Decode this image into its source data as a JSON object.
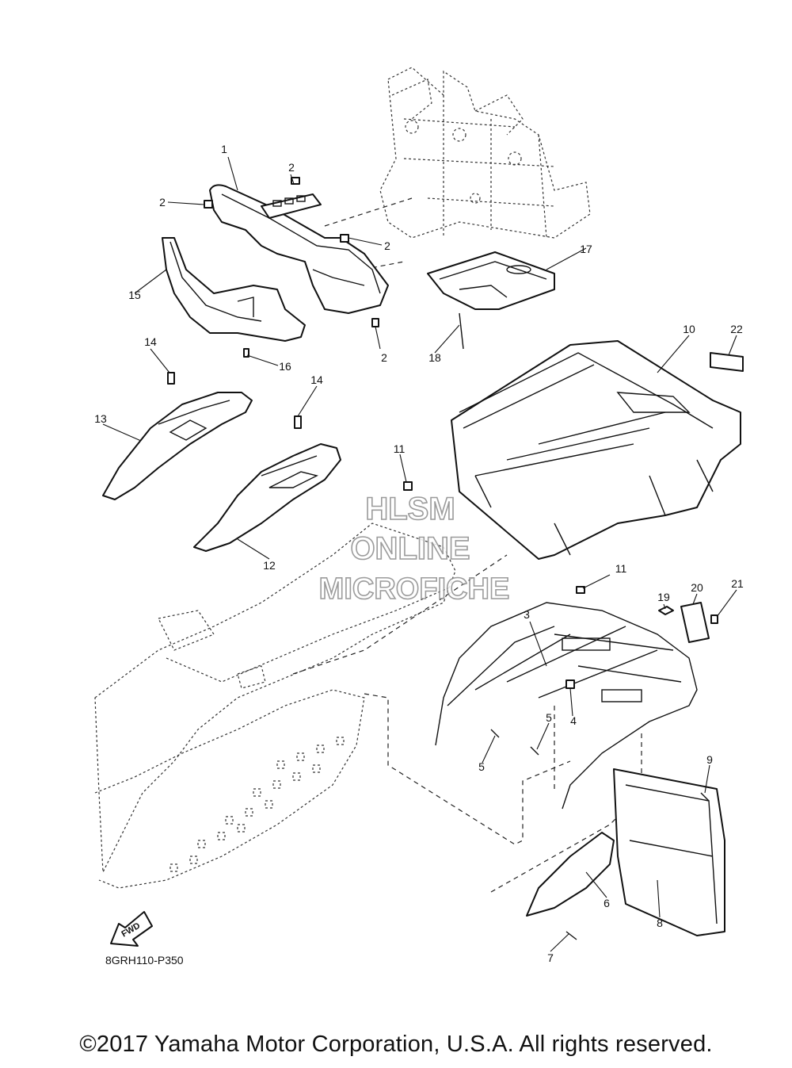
{
  "watermark": {
    "line1": "HLSM",
    "line2": "ONLINE",
    "line3": "MICROFICHE"
  },
  "fwd_label": "FWD",
  "diagram_code": "8GRH110-P350",
  "copyright": "©2017 Yamaha Motor Corporation, U.S.A. All rights reserved.",
  "callouts": [
    {
      "label": "1"
    },
    {
      "label": "2"
    },
    {
      "label": "2"
    },
    {
      "label": "2"
    },
    {
      "label": "2"
    },
    {
      "label": "3"
    },
    {
      "label": "4"
    },
    {
      "label": "5"
    },
    {
      "label": "5"
    },
    {
      "label": "6"
    },
    {
      "label": "7"
    },
    {
      "label": "8"
    },
    {
      "label": "9"
    },
    {
      "label": "10"
    },
    {
      "label": "11"
    },
    {
      "label": "11"
    },
    {
      "label": "12"
    },
    {
      "label": "13"
    },
    {
      "label": "14"
    },
    {
      "label": "14"
    },
    {
      "label": "15"
    },
    {
      "label": "16"
    },
    {
      "label": "17"
    },
    {
      "label": "18"
    },
    {
      "label": "19"
    },
    {
      "label": "20"
    },
    {
      "label": "21"
    },
    {
      "label": "22"
    }
  ]
}
